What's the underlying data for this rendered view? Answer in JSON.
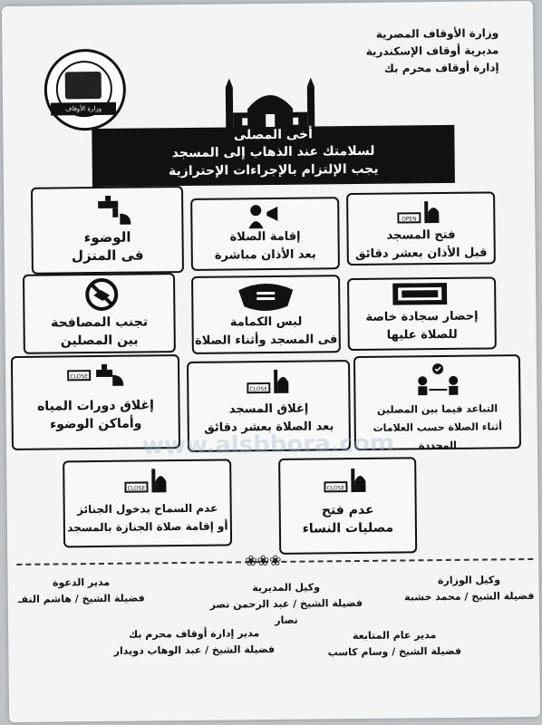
{
  "header": {
    "ministry_lines": [
      "وزارة الأوقاف المصرية",
      "مديرية أوقاف الإسكندرية",
      "إدارة أوقاف محرم بك"
    ],
    "logo_text": "وزارة الأوقاف"
  },
  "banner": {
    "line1": "أخى المصلى",
    "line2": "لسلامتك عند الذهاب إلى المسجد",
    "line3": "يجب الإلتزام بالإجراءات الإحترازية"
  },
  "cards": [
    {
      "icon": "mosque-open-icon",
      "line1": "فتح المسجد",
      "line2": "قبل الأذان بعشر دقائق"
    },
    {
      "icon": "prayer-call-icon",
      "line1": "إقامة الصلاة",
      "line2": "بعد الأذان مباشرة"
    },
    {
      "icon": "wudu-tap-icon",
      "line1": "الوضوء",
      "line2": "فى المنزل"
    },
    {
      "icon": "prayer-mat-icon",
      "line1": "إحضار سجادة خاصة",
      "line2": "للصلاة عليها"
    },
    {
      "icon": "face-mask-icon",
      "line1": "لبس الكمامة",
      "line2": "فى المسجد وأثناء الصلاة"
    },
    {
      "icon": "no-handshake-icon",
      "line1": "تجنب المصافحة",
      "line2": "بين المصلين"
    },
    {
      "icon": "distancing-icon",
      "line1": "التباعد فيما بين المصلين",
      "line2": "أثناء الصلاة حسب العلامات المحددة"
    },
    {
      "icon": "mosque-close-icon",
      "line1": "إغلاق المسجد",
      "line2": "بعد الصلاة بعشر دقائق"
    },
    {
      "icon": "tap-close-icon",
      "line1": "إغلاق دورات المياه",
      "line2": "وأماكن الوضوء"
    },
    {
      "icon": "mosque-close-icon",
      "line1": "عدم فتح",
      "line2": "مصليات النساء"
    },
    {
      "icon": "mosque-close-icon",
      "line1": "عدم السماح بدخول الجنائز",
      "line2": "أو إقامة صلاة الجنازة بالمسجد"
    }
  ],
  "icon_labels": {
    "open": "OPEN",
    "close": "CLOSE"
  },
  "signatures": [
    {
      "title": "وكيل الوزارة",
      "name": "فضيلة الشيخ / محمد خشبة"
    },
    {
      "title": "وكيل المديرية",
      "name": "فضيلة الشيخ / عبد الرحمن نصر نصار"
    },
    {
      "title": "مدير الدعوة",
      "name": "فضيلة الشيخ / هاشم النفـ"
    },
    {
      "title": "مدير عام المتابعة",
      "name": "فضيلة الشيخ / وسام كاسب"
    },
    {
      "title": "مدير إدارة أوقاف محرم بك",
      "name": "فضيلة الشيخ / عبد الوهاب دويدار"
    }
  ],
  "watermark": "www.alsbbora.com"
}
